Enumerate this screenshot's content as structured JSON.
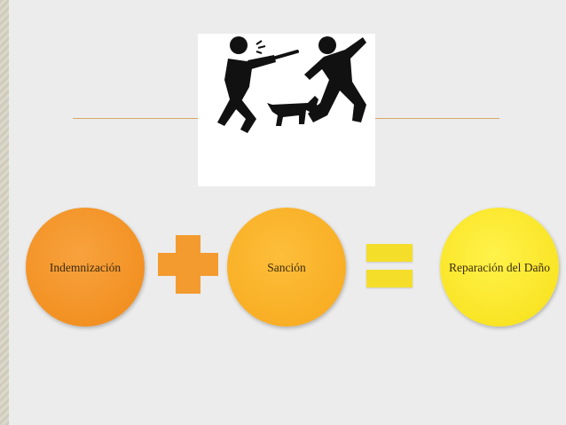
{
  "diagram": {
    "circles": [
      {
        "label": "Indemnización",
        "color": "#f08a17"
      },
      {
        "label": "Sanción",
        "color": "#f7a81c"
      },
      {
        "label": "Reparación del Daño",
        "color": "#f7df16"
      }
    ],
    "operators": [
      "plus",
      "equals"
    ],
    "image": "pictogram-man-hitting-man-with-stick-and-dog"
  },
  "colors": {
    "background": "#ececec",
    "accent_line": "#d9a66a",
    "plus": "#f39b2f",
    "equals": "#f4de2a"
  }
}
